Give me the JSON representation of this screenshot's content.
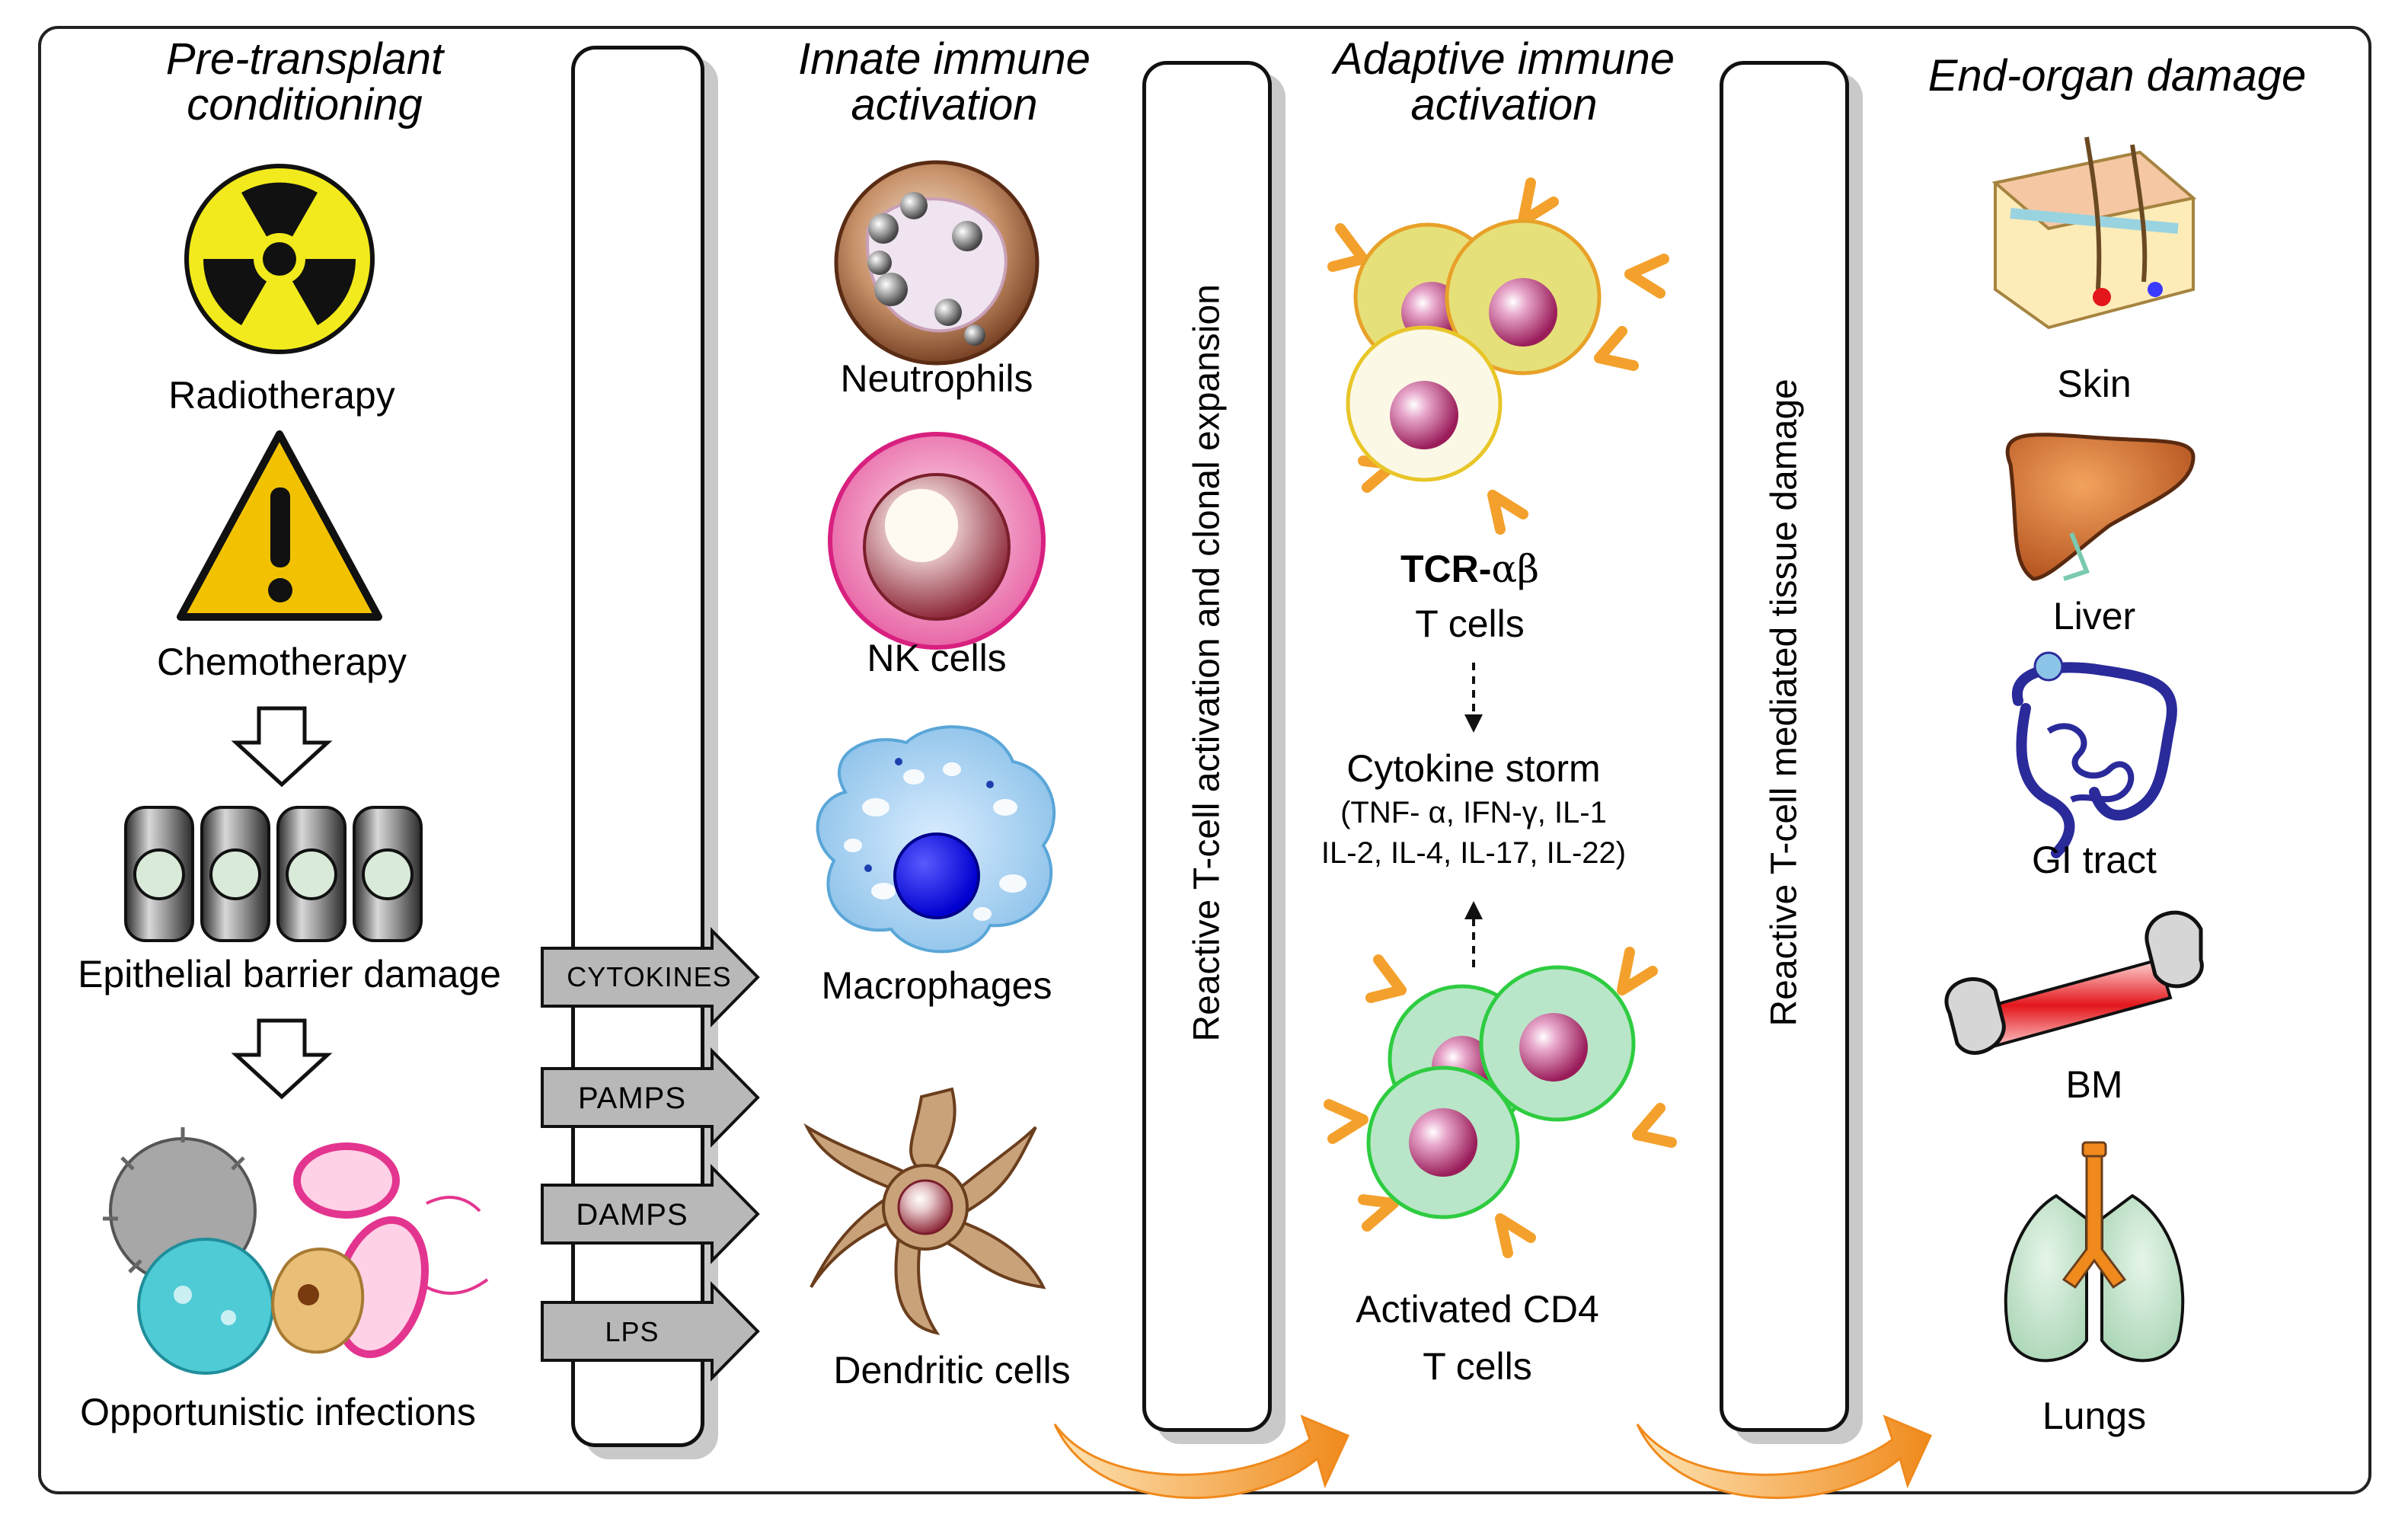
{
  "columns": {
    "col1_title": "Pre-transplant\nconditioning",
    "col2_title": "Innate immune\nactivation",
    "col3_title": "Adaptive immune\nactivation",
    "col4_title": "End-organ damage"
  },
  "conditioning": {
    "radiotherapy": "Radiotherapy",
    "chemotherapy": "Chemotherapy",
    "epithelial": "Epithelial barrier damage",
    "infections": "Opportunistic infections"
  },
  "signals": [
    "CYTOKINES",
    "PAMPS",
    "DAMPS",
    "LPS"
  ],
  "innate": {
    "neutrophils": "Neutrophils",
    "nk": "NK cells",
    "macrophages": "Macrophages",
    "dendritic": "Dendritic cells"
  },
  "bars": {
    "bar1": "Reactive T-cell activation and clonal expansion",
    "bar2": "Reactive T-cell mediated tissue damage"
  },
  "adaptive": {
    "tcr_bold": "TCR-",
    "tcr_greek": "αβ",
    "tcr_line2": "T cells",
    "storm_title": "Cytokine storm",
    "storm_line1": "(TNF-  α, IFN-γ, IL-1",
    "storm_line2": "IL-2, IL-4, IL-17, IL-22)",
    "cd4_line1": "Activated CD4",
    "cd4_line2": "T cells"
  },
  "organs": {
    "skin": "Skin",
    "liver": "Liver",
    "gi": "GI tract",
    "bm": "BM",
    "lungs": "Lungs"
  },
  "colors": {
    "radiation_yellow": "#f2ea1c",
    "warning_yellow": "#f2c200",
    "tcell_yellow": "#e6e07a",
    "cd4_green": "#b9e6c8",
    "flow_orange": "#f39a2b",
    "signal_gray": "#b8b8b8"
  }
}
